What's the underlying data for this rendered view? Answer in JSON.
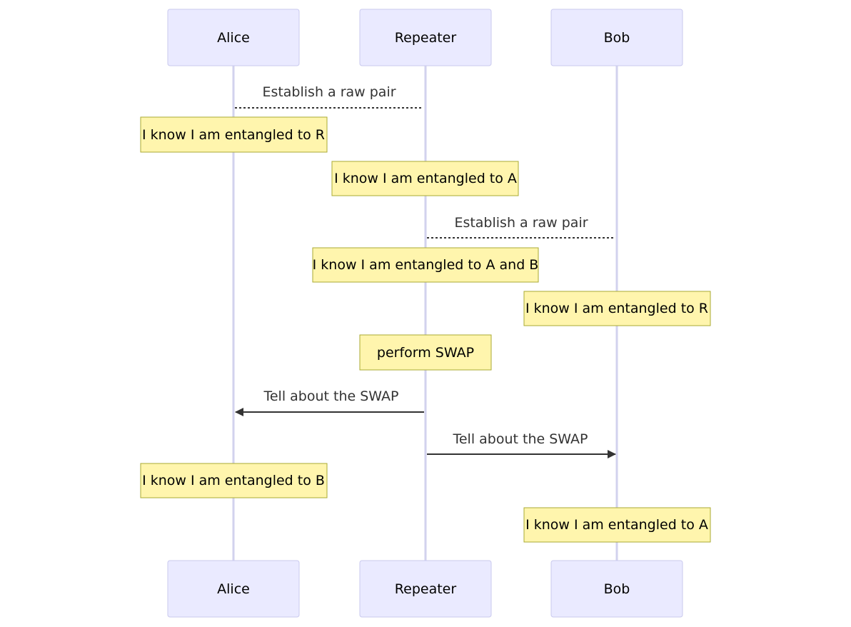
{
  "participants": [
    {
      "id": "alice",
      "label": "Alice"
    },
    {
      "id": "repeater",
      "label": "Repeater"
    },
    {
      "id": "bob",
      "label": "Bob"
    }
  ],
  "messages": [
    {
      "label": "Establish a raw pair",
      "from": "alice",
      "to": "repeater",
      "style": "dotted"
    },
    {
      "label": "Establish a raw pair",
      "from": "repeater",
      "to": "bob",
      "style": "dotted"
    },
    {
      "label": "Tell about the SWAP",
      "from": "repeater",
      "to": "alice",
      "style": "solid-arrow"
    },
    {
      "label": "Tell about the SWAP",
      "from": "repeater",
      "to": "bob",
      "style": "solid-arrow"
    }
  ],
  "notes": [
    {
      "text": "I know I am entangled to R",
      "over": "alice"
    },
    {
      "text": "I know I am entangled to A",
      "over": "repeater"
    },
    {
      "text": "I know I am entangled to A and B",
      "over": "repeater"
    },
    {
      "text": "I know I am entangled to R",
      "over": "bob"
    },
    {
      "text": "perform SWAP",
      "over": "repeater"
    },
    {
      "text": "I know I am entangled to B",
      "over": "alice"
    },
    {
      "text": "I know I am entangled to A",
      "over": "bob"
    }
  ],
  "colors": {
    "actor_fill": "#eaeaff",
    "actor_stroke": "#c9c9ee",
    "lifeline": "#d2d2ee",
    "note_fill": "#fff5ad",
    "note_stroke": "#aaaa33",
    "message": "#333333"
  }
}
